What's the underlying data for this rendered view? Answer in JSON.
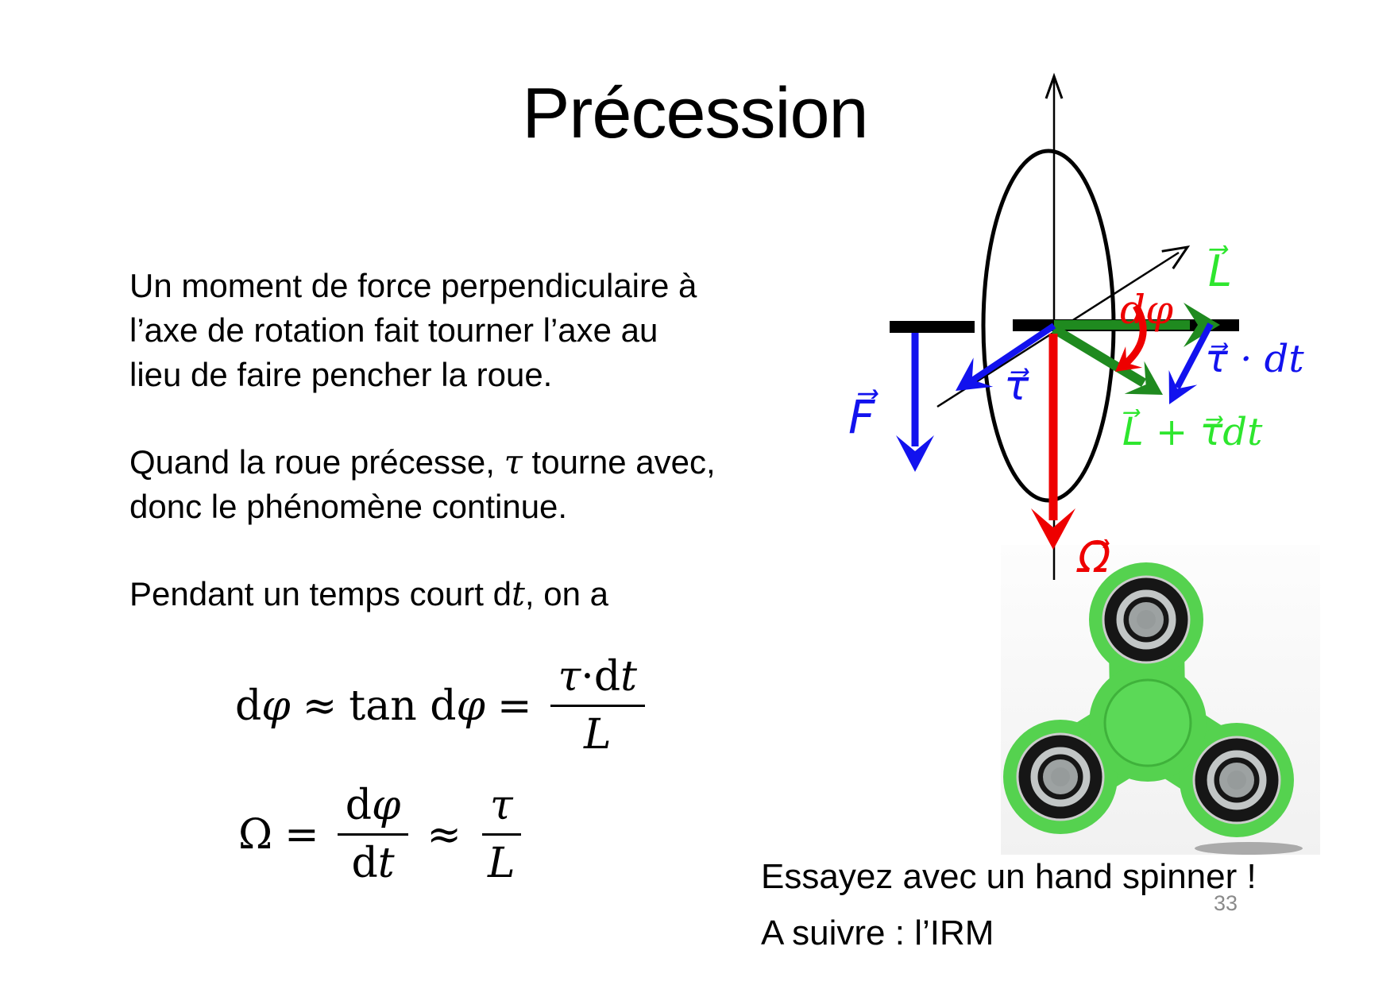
{
  "slide": {
    "title": "Précession",
    "page_number": "33",
    "body": {
      "p1_lines": [
        "Un moment de force perpendiculaire à",
        "l’axe de rotation fait tourner l’axe au",
        "lieu de faire pencher la roue."
      ],
      "p2_l1_pre": "Quand la roue précesse, ",
      "p2_tau": "τ",
      "p2_l1_post": " tourne avec,",
      "p2_l2": "donc le phénomène continue.",
      "p3_pre": "Pendant un temps court d",
      "p3_t": "t",
      "p3_post": ", on a"
    },
    "formulas": {
      "f1": {
        "d1": "d",
        "phi1": "φ",
        "approx": "≈",
        "tan": "tan",
        "d2": "d",
        "phi2": "φ",
        "eq": "=",
        "num_tau": "τ",
        "num_dot": " · ",
        "num_d": "d",
        "num_t": "t",
        "den_L": "L"
      },
      "f2": {
        "omega": "Ω",
        "eq": "=",
        "num1_d": "d",
        "num1_phi": "φ",
        "den1_d": "d",
        "den1_t": "t",
        "approx": "≈",
        "num2_tau": "τ",
        "den2_L": "L"
      }
    },
    "footer": {
      "line1": "Essayez avec un hand spinner !",
      "line2": "A suivre : l’IRM"
    },
    "diagram": {
      "labels": {
        "F": "F⃗",
        "tau": "τ⃗",
        "dphi": "dφ",
        "L": "L⃗",
        "tau_dt": "τ⃗ · dt",
        "L_plus_taudt": "L⃗ + τ⃗dt",
        "omega": "Ω⃗"
      },
      "colors": {
        "blue": "#1212ee",
        "red": "#ee0000",
        "dark_green": "#1f8a1f",
        "bright_green": "#2ee62e",
        "black": "#000000"
      }
    },
    "spinner": {
      "body_green": "#55d24f",
      "bearing_black": "#161616",
      "bearing_silver": "#c2c6c6",
      "bearing_center_gray": "#9da2a2"
    }
  }
}
